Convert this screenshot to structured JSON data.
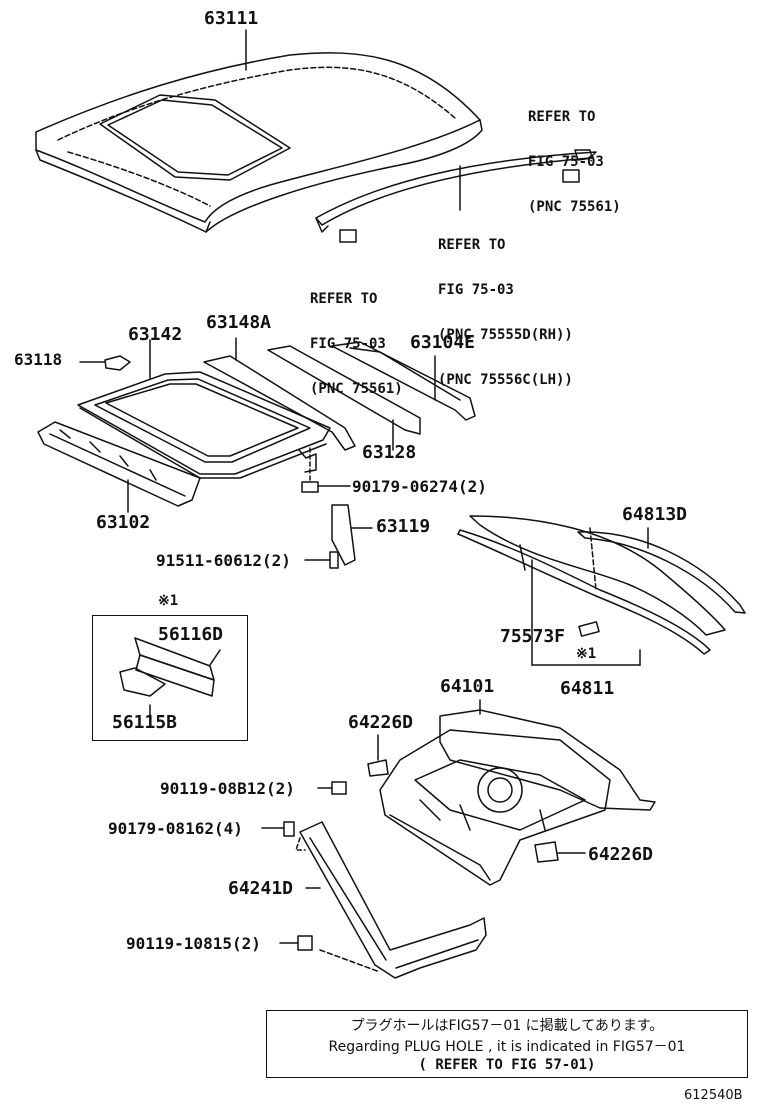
{
  "labels": {
    "p63111": "63111",
    "p63118": "63118",
    "p63142": "63142",
    "p63148A": "63148A",
    "p63104E": "63104E",
    "p63128": "63128",
    "p63102": "63102",
    "p63119": "63119",
    "p64813D": "64813D",
    "p75573F": "75573F",
    "p64811": "64811",
    "p56116D": "56116D",
    "p56115B": "56115B",
    "p64101": "64101",
    "p64226D_top": "64226D",
    "p64226D_right": "64226D",
    "p64241D": "64241D",
    "b90179_06274": "90179-06274(2)",
    "b91511_60612": "91511-60612(2)",
    "b90119_08B12": "90119-08B12(2)",
    "b90179_08162": "90179-08162(4)",
    "b90119_10815": "90119-10815(2)",
    "mark_inset": "※1",
    "mark_64811": "※1"
  },
  "refs": {
    "ref_top_right": [
      "REFER TO",
      "FIG 75-03",
      "(PNC 75561)"
    ],
    "ref_mid": [
      "REFER TO",
      "FIG 75-03",
      "(PNC 75555D(RH))",
      "(PNC 75556C(LH))"
    ],
    "ref_left": [
      "REFER TO",
      "FIG 75-03",
      "(PNC 75561)"
    ]
  },
  "note": {
    "line_jp": "プラグホールはFIG57－01 に掲載してあります。",
    "line_en": "Regarding PLUG HOLE , it is indicated in FIG57－01",
    "line_ref": "(  REFER TO FIG 57-01)"
  },
  "figure_id": "612540B"
}
